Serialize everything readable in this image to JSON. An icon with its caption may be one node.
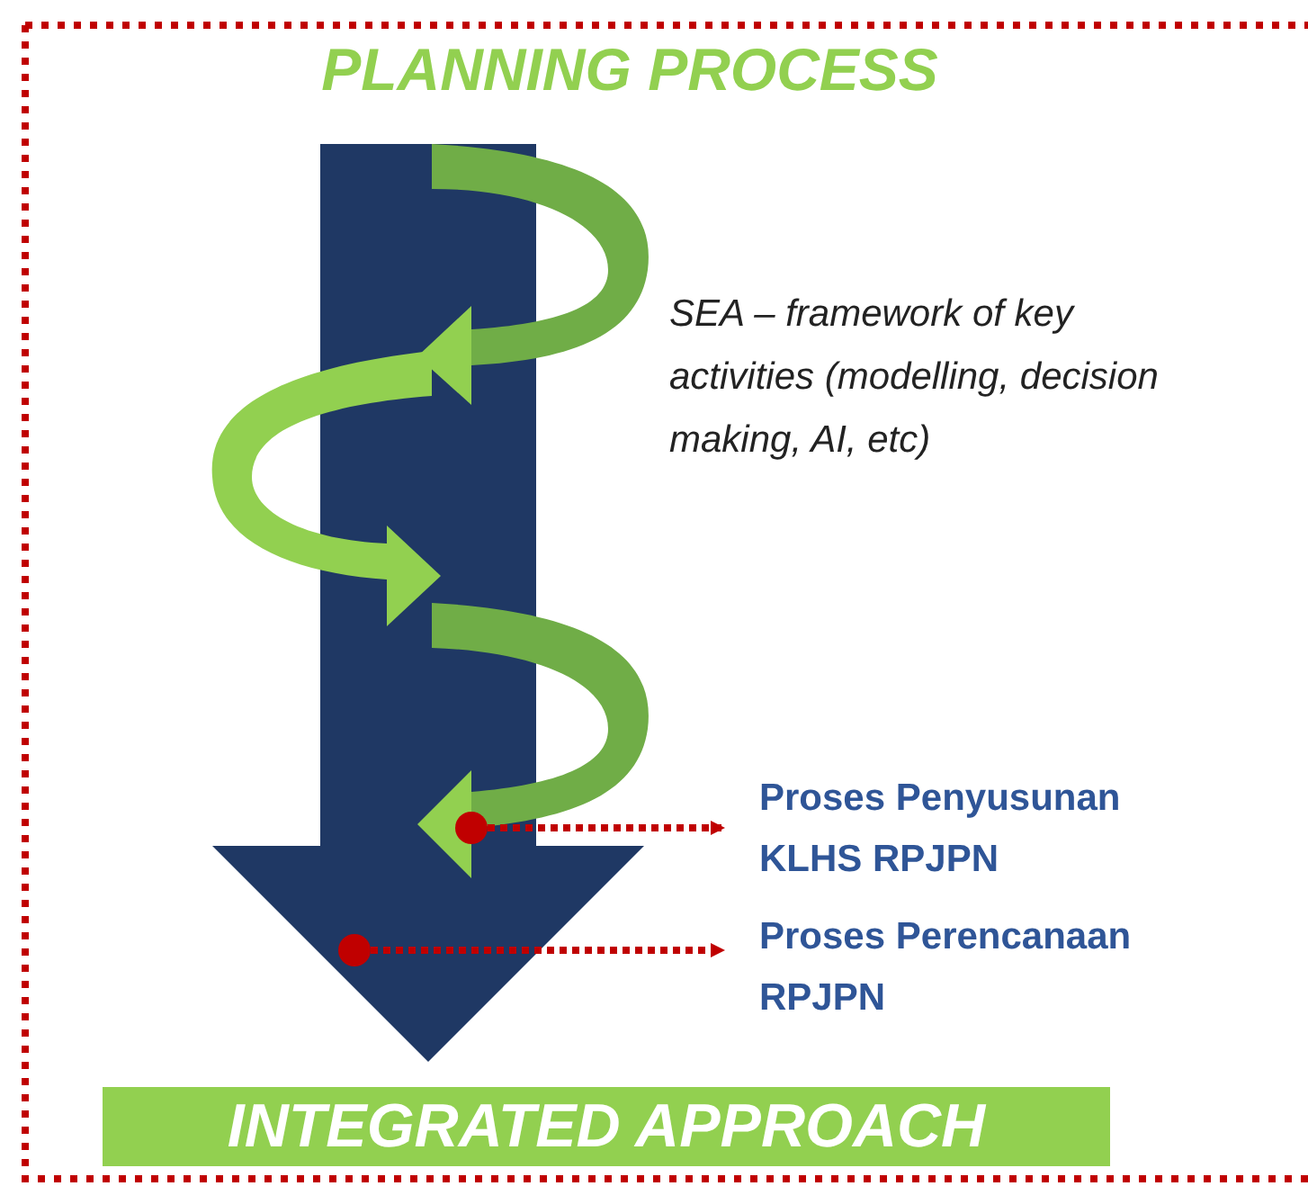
{
  "diagram": {
    "title": "PLANNING PROCESS",
    "nodes": [
      {
        "text": [
          "Proses Penyusunan KLHS RPJPN"
        ]
      },
      {
        "text": [
          "Proses Perencanaan RPJPN"
        ]
      },
      {
        "text": [],
        "shape": "circle"
      },
      {
        "text": [],
        "shape": "circle"
      },
      {
        "text": [
          "INTEGRATED APPROACH"
        ]
      }
    ],
    "edges": [
      {
        "from": 2,
        "to": 0,
        "arrow": "to",
        "style": "dashed"
      },
      {
        "from": 3,
        "to": 1,
        "arrow": "to",
        "style": "dashed"
      }
    ],
    "labels": [
      "SEA – framework of key activities (modelling, decision making, AI, etc)"
    ]
  }
}
